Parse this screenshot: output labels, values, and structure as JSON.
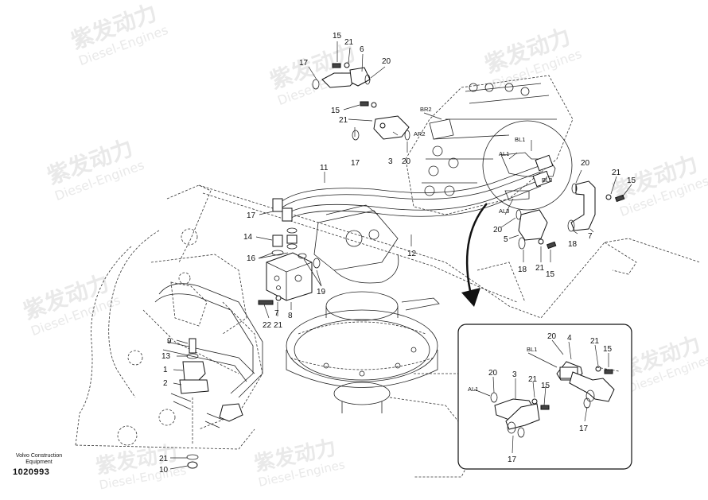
{
  "watermark": {
    "brand_cn": "紫发动力",
    "brand_en": "Diesel-Engines"
  },
  "caption": {
    "maker_line1": "Volvo Construction",
    "maker_line2": "Equipment",
    "doc_number": "1020993"
  },
  "ports": {
    "br2": "BR2",
    "ar2": "AR2",
    "bl1": "BL1",
    "al1": "AL1",
    "bl3": "BL3",
    "al3": "AL3",
    "bl1_detail": "BL1",
    "al1_detail": "AL1"
  },
  "callouts": {
    "c15a": "15",
    "c21a": "21",
    "c6a": "6",
    "c17a": "17",
    "c20a": "20",
    "c15b": "15",
    "c21b": "21",
    "c17b": "17",
    "c3a": "3",
    "c20b": "20",
    "c11": "11",
    "c17c": "17",
    "c14": "14",
    "c16": "16",
    "c8": "8",
    "c12": "12",
    "c19": "19",
    "c7a": "7",
    "c22": "22",
    "c21c": "21",
    "c20c": "20",
    "c21d": "21",
    "c15c": "15",
    "c20d": "20",
    "c5": "5",
    "c18a": "18",
    "c7b": "7",
    "c18b": "18",
    "c21e": "21",
    "c15d": "15",
    "c9": "9",
    "c13": "13",
    "c1": "1",
    "c2": "2",
    "c21f": "21",
    "c10": "10",
    "d20a": "20",
    "d4": "4",
    "d21a": "21",
    "d15a": "15",
    "d20b": "20",
    "d3": "3",
    "d21b": "21",
    "d15b": "15",
    "d17a": "17",
    "d17b": "17"
  }
}
